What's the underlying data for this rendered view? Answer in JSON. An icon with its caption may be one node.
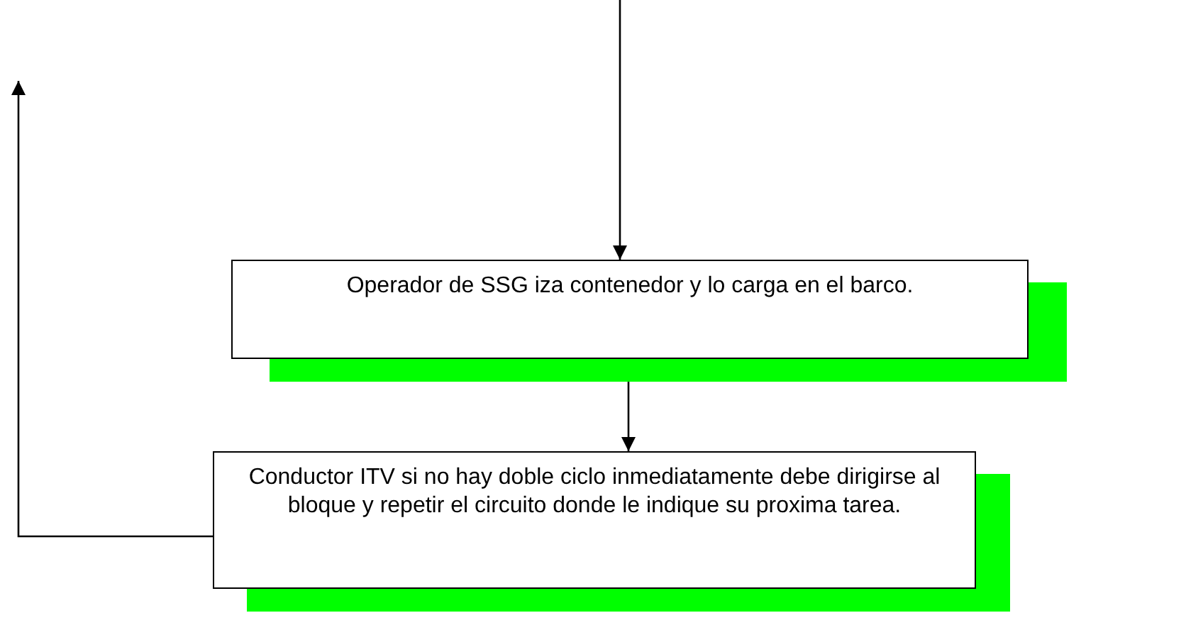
{
  "diagram": {
    "nodes": [
      {
        "text": [
          "Operador de SSG iza contenedor y lo carga en el barco."
        ]
      },
      {
        "text": [
          "Conductor ITV si no hay doble ciclo inmediatamente debe dirigirse al bloque y repetir el circuito donde le indique su proxima tarea."
        ]
      }
    ],
    "edges": [
      {
        "from": null,
        "to": 0,
        "arrow": "to"
      },
      {
        "from": 0,
        "to": 1,
        "arrow": "to"
      },
      {
        "from": 1,
        "to": null,
        "arrow": "to"
      }
    ]
  }
}
